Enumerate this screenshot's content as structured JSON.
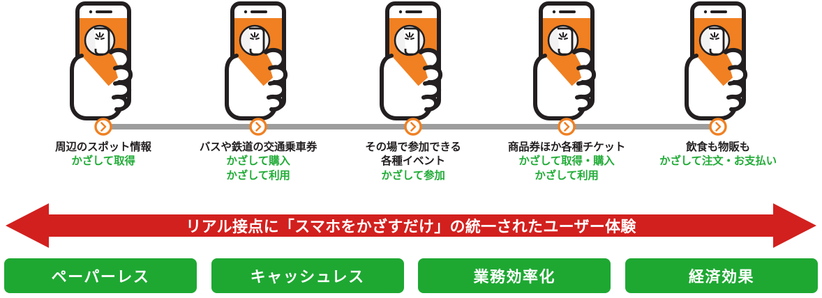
{
  "steps": [
    {
      "icon": "hand-holding-smartphone-icon",
      "marker_icon": "chevron-right-circle-icon",
      "lines": [
        {
          "text": "周辺のスポット情報",
          "color": "black"
        },
        {
          "text": "かざして取得",
          "color": "green"
        }
      ]
    },
    {
      "icon": "hand-holding-smartphone-icon",
      "marker_icon": "chevron-right-circle-icon",
      "lines": [
        {
          "text": "バスや鉄道の交通乗車券",
          "color": "black"
        },
        {
          "text": "かざして購入",
          "color": "green"
        },
        {
          "text": "かざして利用",
          "color": "green"
        }
      ]
    },
    {
      "icon": "hand-holding-smartphone-icon",
      "marker_icon": "chevron-right-circle-icon",
      "lines": [
        {
          "text": "その場で参加できる",
          "color": "black"
        },
        {
          "text": "各種イベント",
          "color": "black"
        },
        {
          "text": "かざして参加",
          "color": "green"
        }
      ]
    },
    {
      "icon": "hand-holding-smartphone-icon",
      "marker_icon": "chevron-right-circle-icon",
      "lines": [
        {
          "text": "商品券ほか各種チケット",
          "color": "black"
        },
        {
          "text": "かざして取得・購入",
          "color": "green"
        },
        {
          "text": "かざして利用",
          "color": "green"
        }
      ]
    },
    {
      "icon": "hand-holding-smartphone-icon",
      "marker_icon": "chevron-right-circle-icon",
      "lines": [
        {
          "text": "飲食も物販も",
          "color": "black"
        },
        {
          "text": "かざして注文・お支払い",
          "color": "green"
        }
      ]
    }
  ],
  "banner": {
    "icon": "double-headed-arrow-icon",
    "text": "リアル接点に「スマホをかざすだけ」の統一されたユーザー体験"
  },
  "benefits": [
    {
      "label": "ペーパーレス"
    },
    {
      "label": "キャッシュレス"
    },
    {
      "label": "業務効率化"
    },
    {
      "label": "経済効果"
    }
  ],
  "colors": {
    "orange": "#F08022",
    "green_text": "#22AC38",
    "green_pill": "#1EA832",
    "red_banner": "#D2201E",
    "dark": "#231F20",
    "track_gray": "#9D9D9D"
  }
}
